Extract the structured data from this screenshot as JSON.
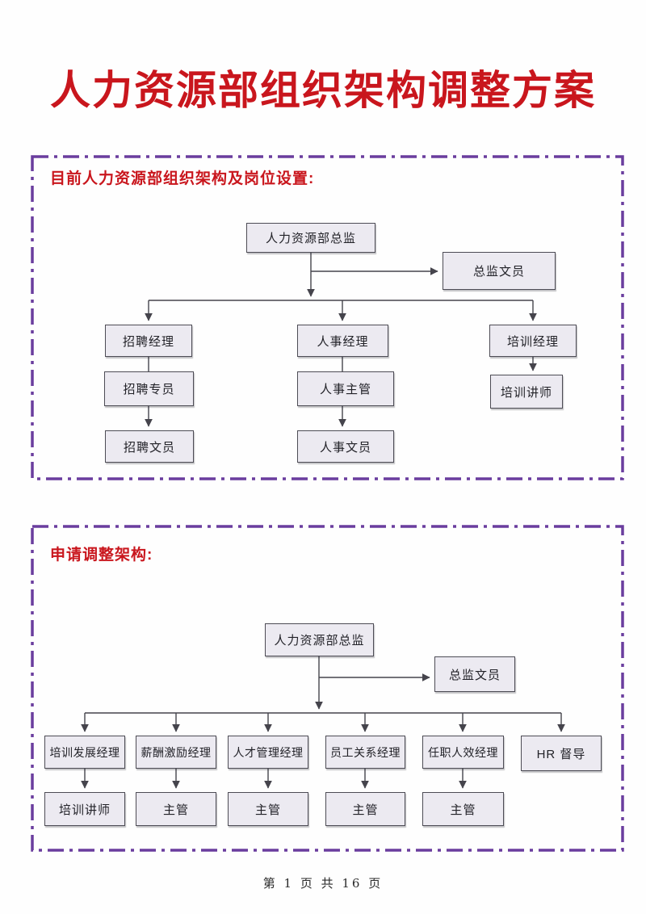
{
  "page": {
    "title": "人力资源部组织架构调整方案",
    "footer": "第 1 页 共 16 页"
  },
  "colors": {
    "red": "#c9161d",
    "purple": "#6a3d9e",
    "line": "#45444c",
    "node-fill": "#eceaf1",
    "node-border": "#4d4c55"
  },
  "sections": [
    {
      "heading": "目前人力资源部组织架构及岗位设置:",
      "nodes": [
        "人力资源部总监",
        "总监文员",
        "招聘经理",
        "人事经理",
        "培训经理",
        "招聘专员",
        "人事主管",
        "培训讲师",
        "招聘文员",
        "人事文员"
      ]
    },
    {
      "heading": "申请调整架构:",
      "nodes": [
        "人力资源部总监",
        "总监文员",
        "培训发展经理",
        "薪酬激励经理",
        "人才管理经理",
        "员工关系经理",
        "任职人效经理",
        "HR 督导",
        "培训讲师",
        "主管",
        "主管",
        "主管",
        "主管"
      ]
    }
  ]
}
